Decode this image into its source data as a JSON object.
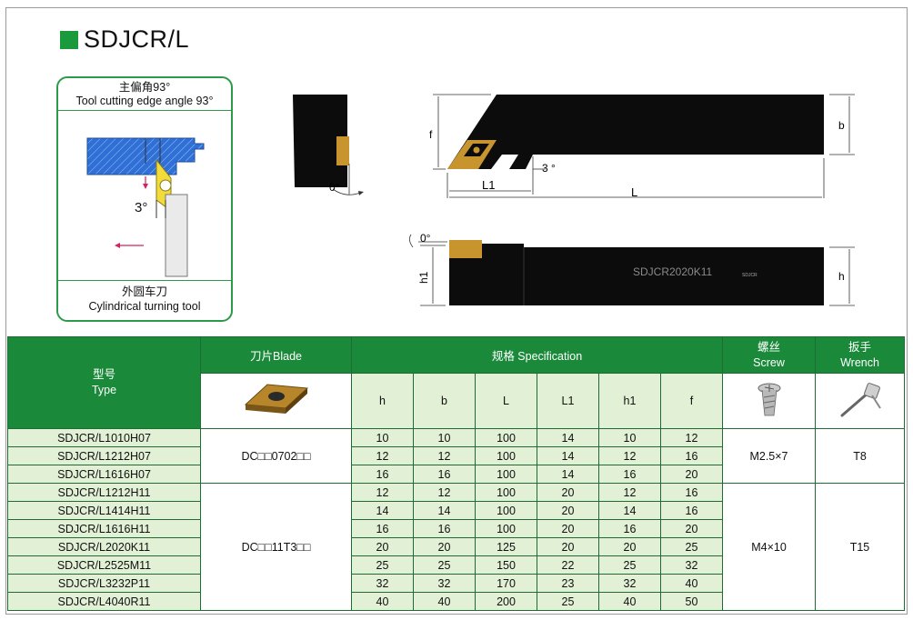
{
  "title": "SDJCR/L",
  "angle_box": {
    "top_cn": "主偏角93°",
    "top_en": "Tool cutting edge angle 93°",
    "angle_label": "3°",
    "bottom_cn": "外圆车刀",
    "bottom_en": "Cylindrical turning tool"
  },
  "drawing": {
    "dim_f": "f",
    "dim_b": "b",
    "dim_L1": "L1",
    "dim_L": "L",
    "dim_3deg": "3 °",
    "dim_0deg_front": "0°",
    "dim_0deg_side": "0°",
    "dim_h1": "h1",
    "dim_h": "h",
    "holder_marking": "SDJCR2020K11"
  },
  "table": {
    "headers": {
      "type_cn": "型号",
      "type_en": "Type",
      "blade": "刀片Blade",
      "spec": "规格 Specification",
      "screw_cn": "螺丝",
      "screw_en": "Screw",
      "wrench_cn": "扳手",
      "wrench_en": "Wrench"
    },
    "columns": [
      "h",
      "b",
      "L",
      "L1",
      "h1",
      "f"
    ],
    "rows": [
      {
        "model": "SDJCR/L1010H07",
        "v": [
          "10",
          "10",
          "100",
          "14",
          "10",
          "12"
        ]
      },
      {
        "model": "SDJCR/L1212H07",
        "v": [
          "12",
          "12",
          "100",
          "14",
          "12",
          "16"
        ]
      },
      {
        "model": "SDJCR/L1616H07",
        "v": [
          "16",
          "16",
          "100",
          "14",
          "16",
          "20"
        ]
      },
      {
        "model": "SDJCR/L1212H11",
        "v": [
          "12",
          "12",
          "100",
          "20",
          "12",
          "16"
        ]
      },
      {
        "model": "SDJCR/L1414H11",
        "v": [
          "14",
          "14",
          "100",
          "20",
          "14",
          "16"
        ]
      },
      {
        "model": "SDJCR/L1616H11",
        "v": [
          "16",
          "16",
          "100",
          "20",
          "16",
          "20"
        ]
      },
      {
        "model": "SDJCR/L2020K11",
        "v": [
          "20",
          "20",
          "125",
          "20",
          "20",
          "25"
        ]
      },
      {
        "model": "SDJCR/L2525M11",
        "v": [
          "25",
          "25",
          "150",
          "22",
          "25",
          "32"
        ]
      },
      {
        "model": "SDJCR/L3232P11",
        "v": [
          "32",
          "32",
          "170",
          "23",
          "32",
          "40"
        ]
      },
      {
        "model": "SDJCR/L4040R11",
        "v": [
          "40",
          "40",
          "200",
          "25",
          "40",
          "50"
        ]
      }
    ],
    "groups": [
      {
        "blade": "DC□□0702□□",
        "screw": "M2.5×7",
        "wrench": "T8"
      },
      {
        "blade": "DC□□11T3□□",
        "screw": "M4×10",
        "wrench": "T15"
      }
    ]
  },
  "colors": {
    "accent": "#1a8a3a",
    "light_green": "#e2f0d6",
    "holder": "#0c0c0c",
    "insert": "#c8942e",
    "workpiece": "#2f6fd6"
  }
}
